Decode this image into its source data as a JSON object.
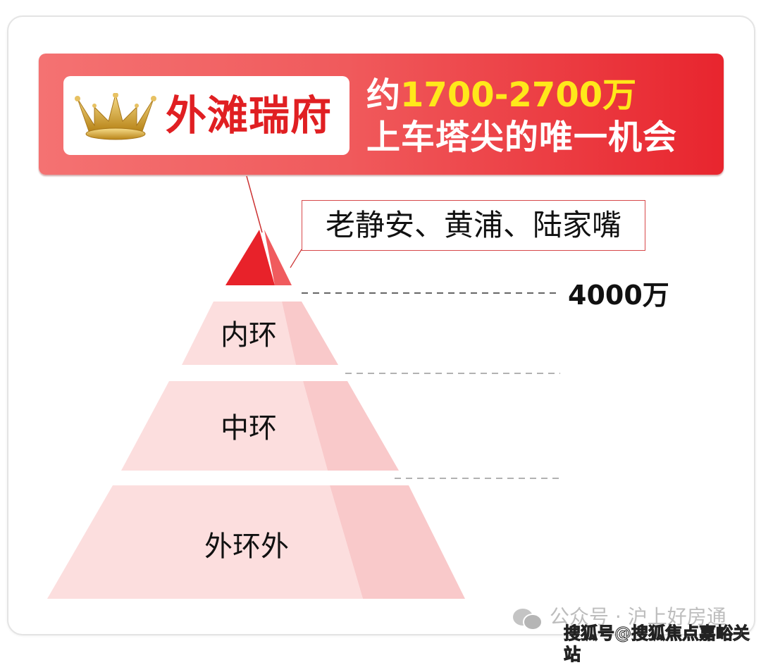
{
  "banner": {
    "project_name": "外滩瑞府",
    "price_prefix": "约",
    "price_range": "1700-2700万",
    "slogan": "上车塔尖的唯一机会",
    "icon": "crown-icon"
  },
  "pyramid": {
    "top_label": "老静安、黄浦、陆家嘴",
    "threshold": "4000万",
    "levels": [
      "内环",
      "中环",
      "外环外"
    ]
  },
  "watermark": {
    "account": "公众号 · 沪上好房通",
    "source": "搜狐号@搜狐焦点嘉峪关站",
    "icon": "wechat-icon"
  },
  "colors": {
    "accent": "#e8252e",
    "highlight": "#ffe81a",
    "tier_fill": "#fbd9d9"
  }
}
